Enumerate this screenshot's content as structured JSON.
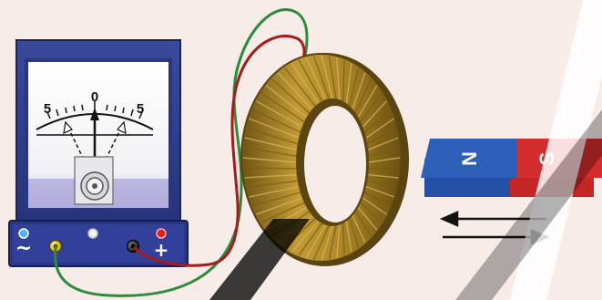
{
  "meter": {
    "scale_left": "5",
    "scale_center": "0",
    "scale_right": "5",
    "ac_symbol": "~",
    "plus_symbol": "+"
  },
  "magnet": {
    "north_label": "N",
    "south_label": "S",
    "north_color": "#2d5fb8",
    "south_color": "#d42d2d"
  },
  "arrows": {
    "top_direction": "left",
    "bottom_direction": "right"
  },
  "wires": {
    "green_color": "#2e8b3c",
    "red_color": "#a31b1b"
  },
  "coil": {
    "color": "#b08a2a"
  },
  "background": {
    "color": "#f7ece8",
    "watermark_color": "#000000"
  }
}
